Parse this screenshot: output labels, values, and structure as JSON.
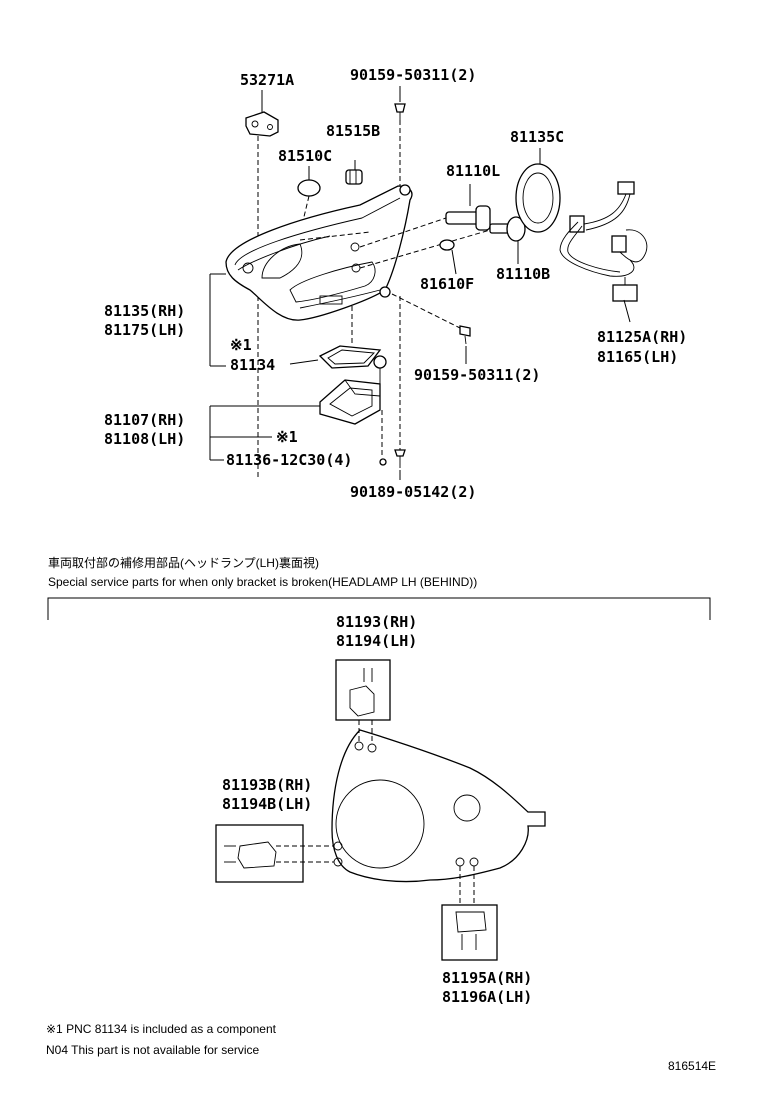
{
  "labels": {
    "p53271A": "53271A",
    "p90159_top": "90159-50311(2)",
    "p81515B": "81515B",
    "p81510C": "81510C",
    "p81135C": "81135C",
    "p81110L": "81110L",
    "p81610F": "81610F",
    "p81110B": "81110B",
    "p81135RH": "81135(RH)",
    "p81175LH": "81175(LH)",
    "mark1_a": "※1",
    "p81134": "81134",
    "p90159_mid": "90159-50311(2)",
    "p81125ARH": "81125A(RH)",
    "p81165LH": "81165(LH)",
    "p81107RH": "81107(RH)",
    "p81108LH": "81108(LH)",
    "mark1_b": "※1",
    "p81136": "81136-12C30(4)",
    "p90189": "90189-05142(2)",
    "p81193RH": "81193(RH)",
    "p81194LH": "81194(LH)",
    "p81193BRH": "81193B(RH)",
    "p81194BLH": "81194B(LH)",
    "p81195ARH": "81195A(RH)",
    "p81196ALH": "81196A(LH)"
  },
  "section": {
    "title_jp": "車両取付部の補修用部品(ヘッドランプ(LH)裏面視)",
    "title_en": "Special service parts for when only bracket is broken(HEADLAMP LH (BEHIND))"
  },
  "notes": {
    "note1": "※1 PNC 81134 is included as a component",
    "note2": "N04 This part is not available for service"
  },
  "figure_id": "816514E"
}
